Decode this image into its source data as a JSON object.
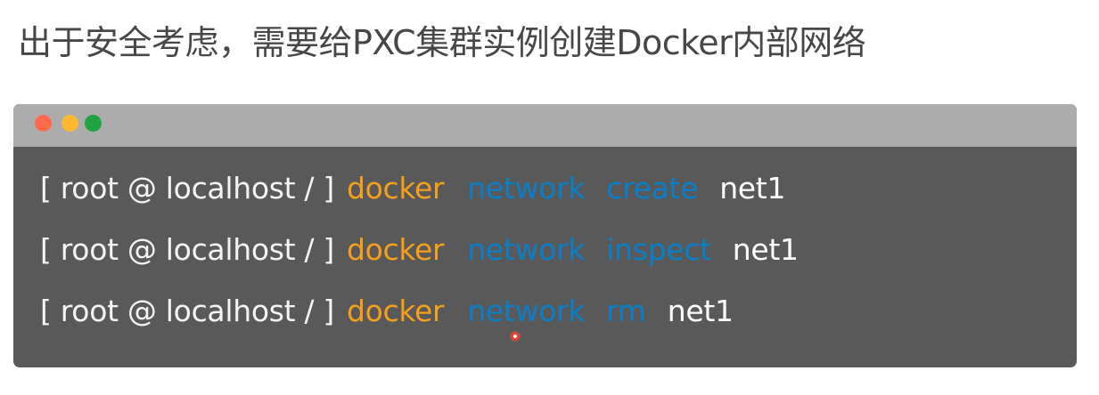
{
  "page": {
    "title": "出于安全考虑，需要给PXC集群实例创建Docker内部网络"
  },
  "terminal": {
    "window_controls": [
      {
        "name": "close",
        "color": "#ff6a4d"
      },
      {
        "name": "minimize",
        "color": "#ffb830"
      },
      {
        "name": "maximize",
        "color": "#1fa444"
      }
    ],
    "colors": {
      "titlebar": "#acacac",
      "background": "#595959",
      "prompt": "#f4f4f4",
      "binary": "#f5a01a",
      "subcommand": "#0a7fc9",
      "argument": "#ffffff"
    },
    "lines": [
      {
        "prompt": "[ root @ localhost / ]",
        "binary": "docker",
        "subcommand": "network",
        "action": "create",
        "argument": "net1"
      },
      {
        "prompt": "[ root @ localhost / ]",
        "binary": "docker",
        "subcommand": "network",
        "action": "inspect",
        "argument": "net1"
      },
      {
        "prompt": "[ root @ localhost / ]",
        "binary": "docker",
        "subcommand": "network",
        "action": "rm",
        "argument": "net1"
      }
    ]
  }
}
